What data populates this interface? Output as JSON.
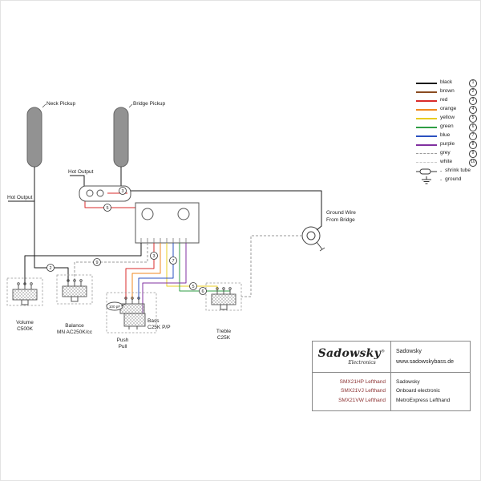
{
  "colors": {
    "black": "#1a1a1a",
    "brown": "#8a4b20",
    "red": "#d92b2b",
    "orange": "#f08a20",
    "yellow": "#e8cc20",
    "green": "#2f9e44",
    "blue": "#2b50c0",
    "purple": "#8030a0",
    "grey": "#9a9a9a",
    "white": "#c8c8c8",
    "model_text": "#8b3030"
  },
  "legend": {
    "items": [
      {
        "label": "black",
        "num": "1",
        "color": "#1a1a1a",
        "style": "solid"
      },
      {
        "label": "brown",
        "num": "2",
        "color": "#8a4b20",
        "style": "solid"
      },
      {
        "label": "red",
        "num": "3",
        "color": "#d92b2b",
        "style": "solid"
      },
      {
        "label": "orange",
        "num": "4",
        "color": "#f08a20",
        "style": "solid"
      },
      {
        "label": "yellow",
        "num": "5",
        "color": "#e8cc20",
        "style": "solid"
      },
      {
        "label": "green",
        "num": "6",
        "color": "#2f9e44",
        "style": "solid"
      },
      {
        "label": "blue",
        "num": "7",
        "color": "#2b50c0",
        "style": "solid"
      },
      {
        "label": "purple",
        "num": "8",
        "color": "#8030a0",
        "style": "solid"
      },
      {
        "label": "grey",
        "num": "9",
        "color": "#9a9a9a",
        "style": "dashed"
      },
      {
        "label": "white",
        "num": "10",
        "color": "#c8c8c8",
        "style": "dashed"
      }
    ],
    "separator": "-",
    "shrink_tube_label": "shrink tube",
    "ground_label": "ground"
  },
  "labels": {
    "neck_pickup": "Neck Pickup",
    "bridge_pickup": "Bridge Pickup",
    "hot_output_neck": "Hot Output",
    "hot_output_bridge": "Hot Output",
    "ground_wire_line1": "Ground Wire",
    "ground_wire_line2": "From Bridge"
  },
  "components": {
    "volume_name": "Volume",
    "volume_value": "C500K",
    "balance_name": "Balance",
    "balance_value": "MN AC250K/cc",
    "bass_name": "Bass",
    "bass_value": "C25K P/P",
    "bass_cap": "100 pF",
    "push_line1": "Push",
    "push_line2": "Pull",
    "treble_name": "Treble",
    "treble_value": "C25K"
  },
  "markers": [
    {
      "num": "3"
    },
    {
      "num": "5"
    },
    {
      "num": "2"
    },
    {
      "num": "9"
    },
    {
      "num": "3"
    },
    {
      "num": "7"
    },
    {
      "num": "5"
    },
    {
      "num": "6"
    }
  ],
  "title_block": {
    "brand": "Sadowsky",
    "brand_reg": "®",
    "brand_sub": "Electronics",
    "dealer_line1": "Sadowsky",
    "dealer_line2": "www.sadowskybass.de",
    "models": [
      "SMX21HP Lefthand",
      "SMX21VJ Lefthand",
      "SMX21VW Lefthand"
    ],
    "description": [
      "Sadowsky",
      "Onboard electronic",
      "MetroExpress Lefthand"
    ],
    "model_color": "#8b3030"
  }
}
